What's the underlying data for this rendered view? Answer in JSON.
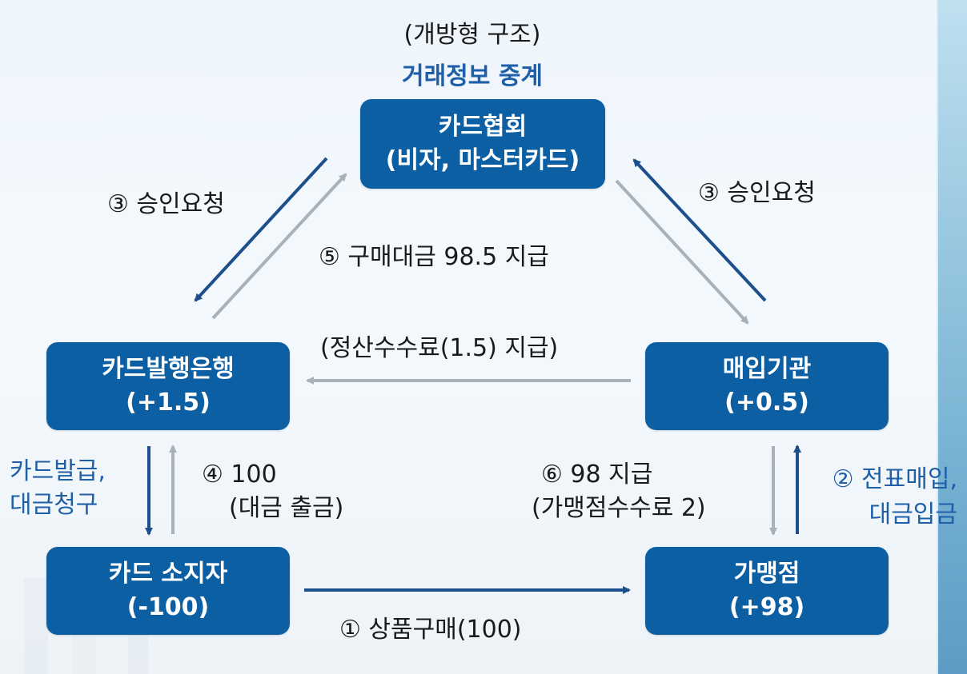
{
  "header": {
    "structure_label": "(개방형 구조)",
    "relay_label": "거래정보 중계"
  },
  "nodes": {
    "card_association": {
      "line1": "카드협회",
      "line2": "(비자, 마스터카드)"
    },
    "issuing_bank": {
      "line1": "카드발행은행",
      "line2": "(+1.5)"
    },
    "acquirer": {
      "line1": "매입기관",
      "line2": "(+0.5)"
    },
    "cardholder": {
      "line1": "카드 소지자",
      "line2": "(-100)"
    },
    "merchant": {
      "line1": "가맹점",
      "line2": "(+98)"
    }
  },
  "flows": {
    "approval_request_left": "③ 승인요청",
    "approval_request_right": "③ 승인요청",
    "purchase_payment": "⑤ 구매대금 98.5 지급",
    "settlement_fee": "(정산수수료(1.5) 지급)",
    "card_issue_line1": "카드발급,",
    "card_issue_line2": "대금청구",
    "withdrawal_line1": "④ 100",
    "withdrawal_line2": "(대금 출금)",
    "merchant_pay_line1": "⑥ 98 지급",
    "merchant_pay_line2": "(가맹점수수료 2)",
    "slip_purchase_line1": "② 전표매입,",
    "slip_purchase_line2": "대금입금",
    "goods_purchase": "① 상품구매(100)"
  },
  "colors": {
    "node_fill": "#0d5fa3",
    "arrow_dark": "#1d4f8c",
    "arrow_light": "#a9b2ba",
    "label_blue": "#1e5fa8"
  }
}
